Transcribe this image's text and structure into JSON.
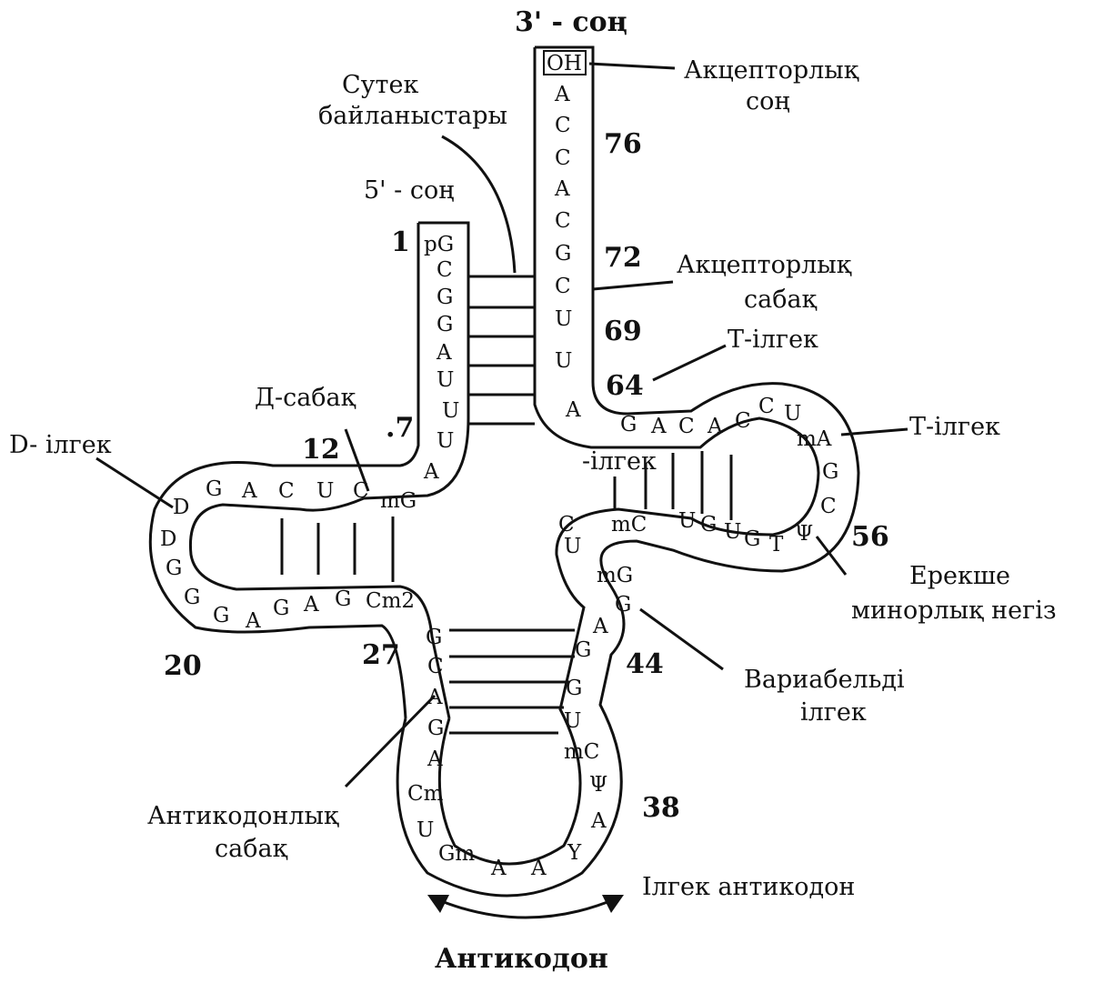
{
  "labels": {
    "three_prime_end": "3' - соң",
    "five_prime_end": "5' - соң",
    "hydrogen_bonds_1": "Сутек",
    "hydrogen_bonds_2": "байланыстары",
    "acceptor_end_1": "Акцепторлық",
    "acceptor_end_2": "соң",
    "acceptor_stem_1": "Акцепторлық",
    "acceptor_stem_2": "сабақ",
    "t_loop_upper": "Т-ілгек",
    "t_loop_right": "Т-ілгек",
    "d_stem": "Д-сабақ",
    "d_loop": "D-  ілгек",
    "inner_loop": "-ілгек",
    "minor_base_1": "Ерекше",
    "minor_base_2": "минорлық негіз",
    "variable_loop_1": "Вариабельді",
    "variable_loop_2": "ілгек",
    "anticodon_stem_1": "Антикодонлық",
    "anticodon_stem_2": "сабақ",
    "loop_anticodon": "Ілгек антикодон",
    "anticodon": "Антикодон"
  },
  "positions": {
    "p1": "1",
    "p7": ".7",
    "p12": "12",
    "p20": "20",
    "p27": "27",
    "p38": "38",
    "p44": "44",
    "p56": "56",
    "p64": "64",
    "p69": "69",
    "p72": "72",
    "p76": "76"
  },
  "acceptor_3_bases": [
    "OH",
    "A",
    "C",
    "C",
    "A",
    "C",
    "G",
    "C",
    "U",
    "U"
  ],
  "acceptor_5_bases": [
    "pG",
    "C",
    "G",
    "G",
    "A",
    "U",
    "U",
    "U",
    "A"
  ],
  "d_arm_bases": [
    "mG",
    "C",
    "U",
    "C",
    "A",
    "G",
    "D",
    "D",
    "G",
    "G",
    "G",
    "A",
    "G",
    "A",
    "G",
    "Cm2"
  ],
  "anticodon_5_bases": [
    "G",
    "C",
    "A",
    "G",
    "A",
    "Cm",
    "U",
    "Gm"
  ],
  "anticodon_loop_bases": [
    "A",
    "A",
    "Y",
    "A",
    "Ψ",
    "mC",
    "U",
    "G",
    "G"
  ],
  "variable_bases": [
    "A",
    "G",
    "mG",
    "U",
    "C"
  ],
  "t_arm_bases": [
    "A",
    "G",
    "A",
    "C",
    "A",
    "C",
    "C",
    "U",
    "mA",
    "G",
    "C",
    "Ψ",
    "T",
    "G",
    "U",
    "G",
    "U",
    "mC"
  ]
}
